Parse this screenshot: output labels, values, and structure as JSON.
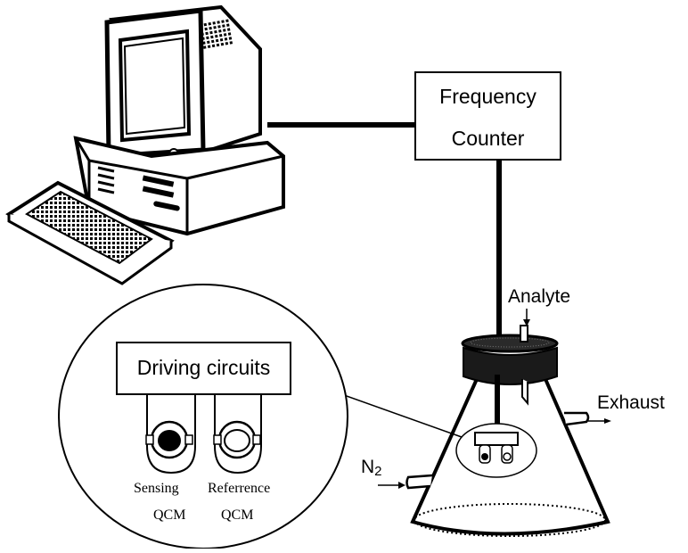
{
  "labels": {
    "frequency_counter_line1": "Frequency",
    "frequency_counter_line2": "Counter",
    "analyte": "Analyte",
    "exhaust": "Exhaust",
    "n2_main": "N",
    "n2_sub": "2",
    "driving_circuits": "Driving circuits",
    "sensing_line1": "Sensing",
    "sensing_line2": "QCM",
    "reference_line1": "Referrence",
    "reference_line2": "QCM"
  },
  "colors": {
    "ink": "#000000",
    "background": "#ffffff",
    "stopper": "#1a1a1a"
  }
}
